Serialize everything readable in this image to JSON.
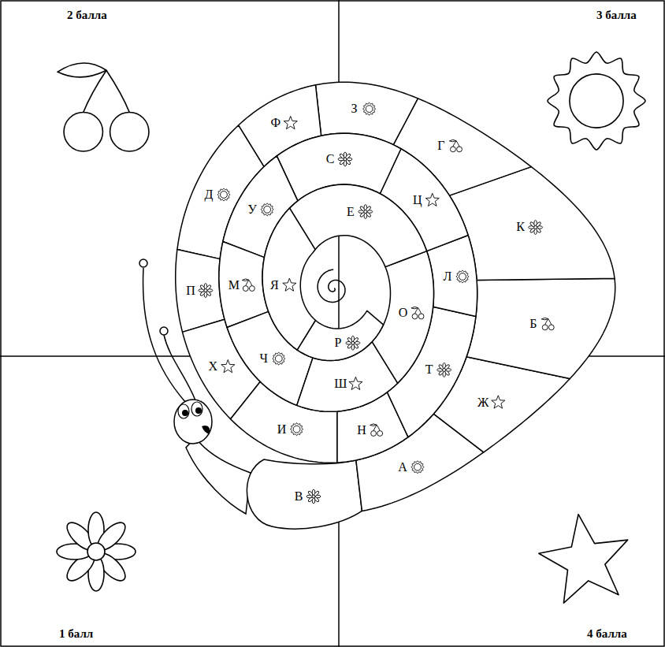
{
  "diagram": {
    "nodes": [
      {
        "text": [
          "2 балла"
        ]
      },
      {
        "text": [
          "3 балла"
        ]
      },
      {
        "text": [
          "1 балл"
        ]
      },
      {
        "text": [
          "4 балла"
        ]
      }
    ],
    "labels": [
      "В",
      "А",
      "Ж",
      "Б",
      "К",
      "Г",
      "З",
      "Ф",
      "Д",
      "П",
      "Х",
      "И",
      "Н",
      "Т",
      "Л",
      "Ц",
      "С",
      "У",
      "М",
      "Ч",
      "Ш",
      "О",
      "Е",
      "Я",
      "Р"
    ]
  }
}
